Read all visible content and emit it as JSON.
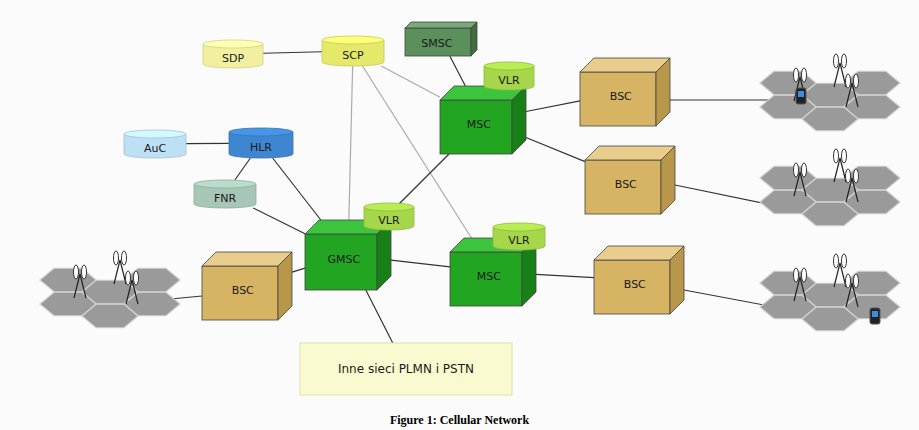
{
  "diagram": {
    "caption": "Figure 1: Cellular Network",
    "nodes": [
      {
        "text": [
          "SDP"
        ]
      },
      {
        "text": [
          "SCP"
        ]
      },
      {
        "text": [
          "SMSC"
        ]
      },
      {
        "text": [
          "VLR"
        ]
      },
      {
        "text": [
          "MSC"
        ]
      },
      {
        "text": [
          "BSC"
        ]
      },
      {
        "text": [
          "BSC"
        ]
      },
      {
        "text": [
          "AuC"
        ]
      },
      {
        "text": [
          "HLR"
        ]
      },
      {
        "text": [
          "FNR"
        ]
      },
      {
        "text": [
          "GMSC"
        ]
      },
      {
        "text": [
          "VLR"
        ]
      },
      {
        "text": [
          "MSC"
        ]
      },
      {
        "text": [
          "VLR"
        ]
      },
      {
        "text": [
          "BSC"
        ]
      },
      {
        "text": [
          "BSC"
        ]
      },
      {
        "text": [
          "Inne sieci PLMN i PSTN"
        ]
      }
    ],
    "edges": [
      {
        "from": 0,
        "to": 1,
        "arrow": "none"
      },
      {
        "from": 1,
        "to": 4,
        "arrow": "none"
      },
      {
        "from": 1,
        "to": 10,
        "arrow": "none"
      },
      {
        "from": 1,
        "to": 12,
        "arrow": "none"
      },
      {
        "from": 2,
        "to": 4,
        "arrow": "none"
      },
      {
        "from": 4,
        "to": 5,
        "arrow": "none"
      },
      {
        "from": 4,
        "to": 6,
        "arrow": "none"
      },
      {
        "from": 4,
        "to": 10,
        "arrow": "none"
      },
      {
        "from": 7,
        "to": 8,
        "arrow": "none"
      },
      {
        "from": 8,
        "to": 10,
        "arrow": "none"
      },
      {
        "from": 9,
        "to": 8,
        "arrow": "none"
      },
      {
        "from": 9,
        "to": 10,
        "arrow": "none"
      },
      {
        "from": 10,
        "to": 14,
        "arrow": "none"
      },
      {
        "from": 10,
        "to": 12,
        "arrow": "none"
      },
      {
        "from": 12,
        "to": 15,
        "arrow": "none"
      },
      {
        "from": 10,
        "to": 16,
        "arrow": "none"
      }
    ]
  }
}
